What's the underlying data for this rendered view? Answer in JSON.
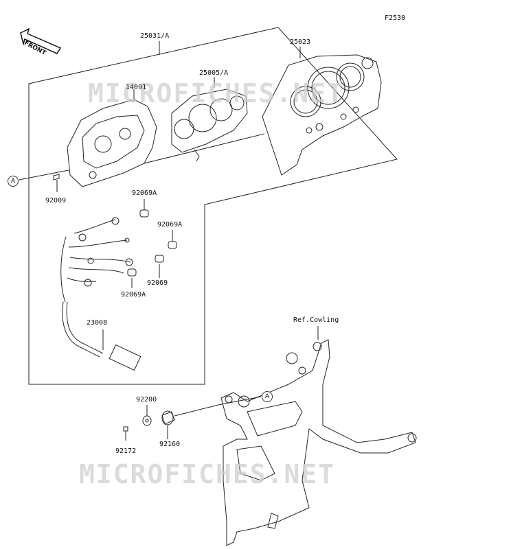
{
  "figure_code": "F2530",
  "front_indicator": "FRONT",
  "watermark": "MICROFICHES.NET",
  "reference_marker": "A",
  "callouts": {
    "assembly": "25031/A",
    "meter_cover": "25023",
    "meter_unit": "25005/A",
    "case": "14091",
    "screw_top": "92009",
    "bulb_1": "92069A",
    "bulb_2": "92069A",
    "bulb_3": "92069",
    "bulb_4": "92069A",
    "harness": "23008",
    "ref_cowling": "Ref.Cowling",
    "washer": "92200",
    "bolt": "92172",
    "damper": "92160"
  }
}
